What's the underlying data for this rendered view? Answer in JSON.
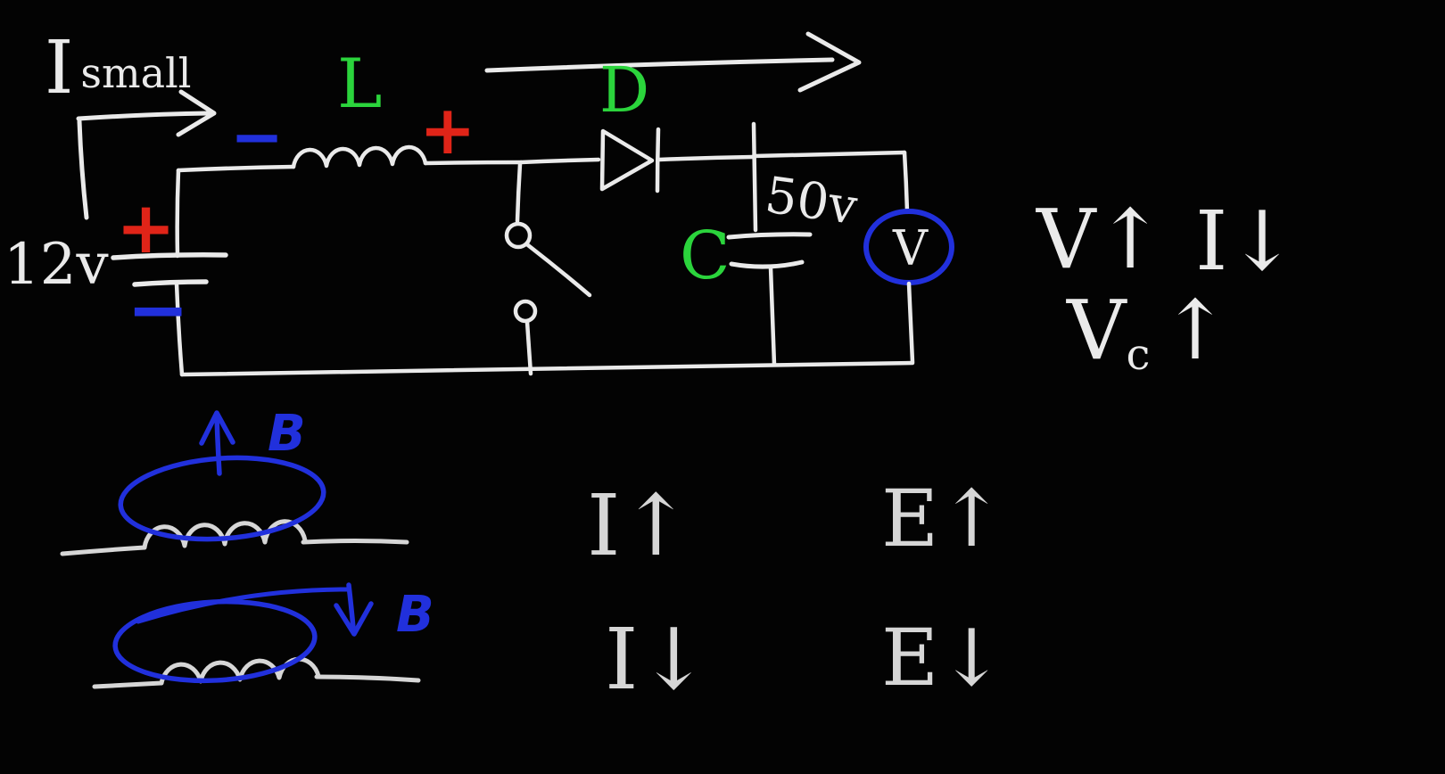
{
  "colors": {
    "background": "#030303",
    "ink_white": "#eaeaea",
    "ink_gray": "#d6d6d6",
    "accent_red": "#e02418",
    "accent_blue": "#2130dc",
    "accent_green": "#2bd43c"
  },
  "circuit": {
    "current_label": {
      "i": "I",
      "small": "small"
    },
    "source": {
      "voltage": "12v",
      "plus": "+",
      "minus": "−"
    },
    "inductor": {
      "label": "L",
      "minus": "−",
      "plus": "+"
    },
    "diode": {
      "label": "D"
    },
    "capacitor": {
      "label": "C",
      "voltage": "50v"
    },
    "voltmeter": {
      "label": "V"
    }
  },
  "annotations": {
    "right_v_up": "V↑",
    "right_i_down": "I↓",
    "vc": {
      "base": "V",
      "sub": "c",
      "arrow": "↑"
    },
    "coil_top_field": "B",
    "coil_bottom_field": "B",
    "i_up": "I↑",
    "e_up": "E↑",
    "i_down": "I↓",
    "e_down": "E↓"
  }
}
